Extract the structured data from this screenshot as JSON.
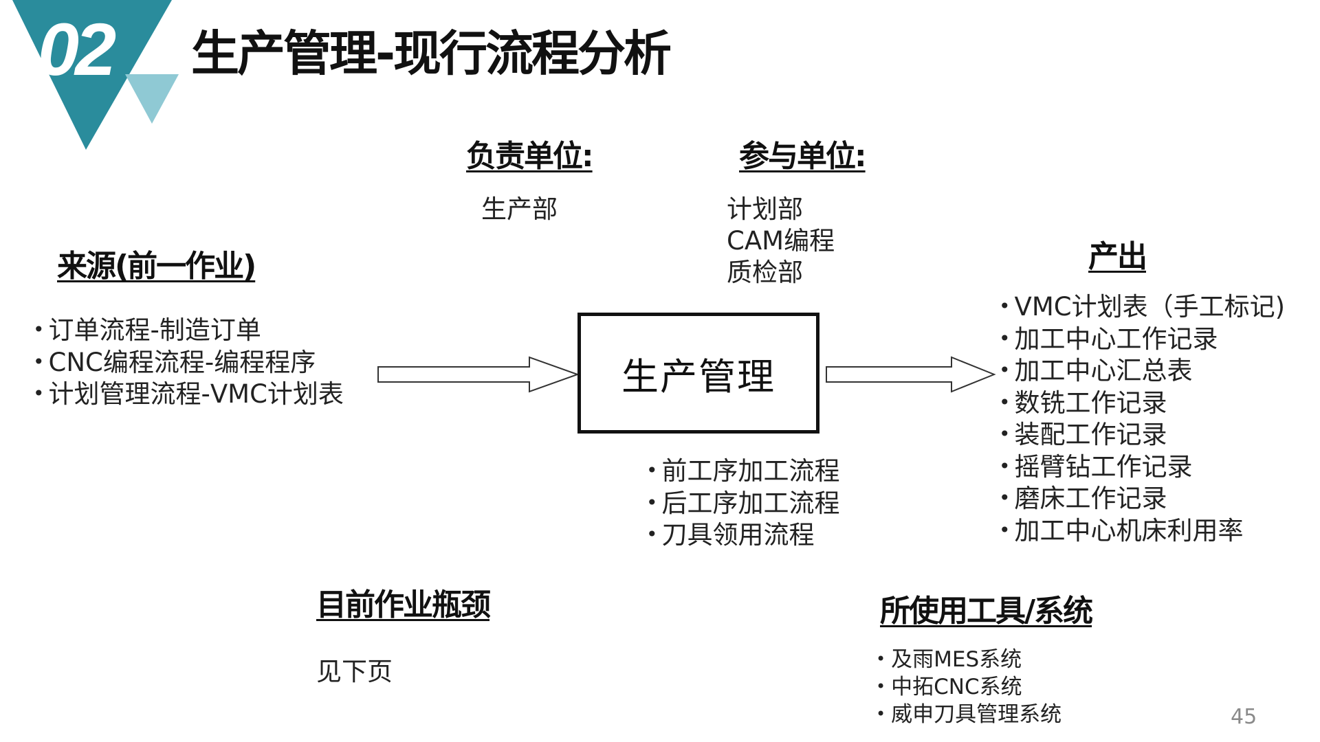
{
  "slide": {
    "number_badge": "02",
    "title": "生产管理-现行流程分析",
    "page_number": "45",
    "colors": {
      "badge_main": "#2a8c9c",
      "badge_light": "#8fc9d4"
    }
  },
  "responsible": {
    "heading": "负责单位:",
    "units": [
      "生产部"
    ]
  },
  "participants": {
    "heading": "参与单位:",
    "units": [
      "计划部",
      "CAM编程",
      "质检部"
    ]
  },
  "source": {
    "heading": "来源(前一作业)",
    "items": [
      "订单流程-制造订单",
      "CNC编程流程-编程程序",
      "计划管理流程-VMC计划表"
    ]
  },
  "process": {
    "label": "生产管理",
    "items": [
      "前工序加工流程",
      "后工序加工流程",
      "刀具领用流程"
    ]
  },
  "output": {
    "heading": "产出",
    "items": [
      "VMC计划表（手工标记)",
      "加工中心工作记录",
      "加工中心汇总表",
      "数铣工作记录",
      "装配工作记录",
      "摇臂钻工作记录",
      "磨床工作记录",
      "加工中心机床利用率"
    ]
  },
  "bottleneck": {
    "heading": "目前作业瓶颈",
    "text": "见下页"
  },
  "tools": {
    "heading": "所使用工具/系统",
    "items": [
      "及雨MES系统",
      "中拓CNC系统",
      "威申刀具管理系统"
    ]
  },
  "bullet_char": "•",
  "icons": {
    "arrow_in": "hollow-right-arrow",
    "arrow_out": "hollow-right-arrow"
  }
}
